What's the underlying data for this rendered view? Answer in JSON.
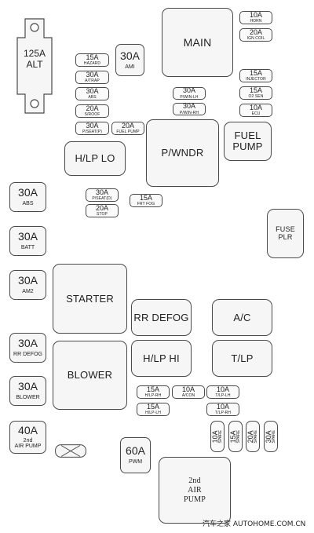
{
  "alt": {
    "amp": "125A",
    "label": "ALT"
  },
  "large": {
    "main": "MAIN",
    "hlp_lo": "H/LP LO",
    "p_wndr": "P/WNDR",
    "fuel_pump": [
      "FUEL",
      "PUMP"
    ],
    "fuse_plr": [
      "FUSE",
      "PLR"
    ],
    "starter": "STARTER",
    "rr_defog": "RR DEFOG",
    "ac": "A/C",
    "blower": "BLOWER",
    "hlp_hi": "H/LP HI",
    "tlp": "T/LP",
    "air_pump_2nd": [
      "2nd",
      "AIR",
      "PUMP"
    ]
  },
  "side_fuses": [
    {
      "amp": "30A",
      "label": "ABS"
    },
    {
      "amp": "30A",
      "label": "BATT"
    },
    {
      "amp": "30A",
      "label": "AM2"
    },
    {
      "amp": "30A",
      "label": "RR DEFOG"
    },
    {
      "amp": "30A",
      "label": "BLOWER"
    },
    {
      "amp": "40A",
      "label": "2nd",
      "label2": "AIR PUMP"
    }
  ],
  "ami": {
    "amp": "30A",
    "label": "AMI"
  },
  "pwm": {
    "amp": "60A",
    "label": "PWM"
  },
  "mini_fuses": {
    "hazard": {
      "amp": "15A",
      "label": "HAZARD"
    },
    "atrap": {
      "amp": "30A",
      "label": "A/TRAP"
    },
    "abs": {
      "amp": "30A",
      "label": "ABS"
    },
    "sroof": {
      "amp": "20A",
      "label": "S/ROOF"
    },
    "pseat_p": {
      "amp": "30A",
      "label": "P/SEAT(P)"
    },
    "fuel_pump": {
      "amp": "20A",
      "label": "FUEL PUMP"
    },
    "horn": {
      "amp": "10A",
      "label": "HORN"
    },
    "ign_coil": {
      "amp": "20A",
      "label": "IGN COIL"
    },
    "injector": {
      "amp": "15A",
      "label": "INJECTOR"
    },
    "o2_sen": {
      "amp": "15A",
      "label": "O2 SEN"
    },
    "ecu": {
      "amp": "10A",
      "label": "ECU"
    },
    "pwin_lh": {
      "amp": "30A",
      "label": "P/WIN-LH"
    },
    "pwin_rh": {
      "amp": "30A",
      "label": "P/WIN-RH"
    },
    "pseat_d": {
      "amp": "30A",
      "label": "P/SEAT(D)"
    },
    "frt_fog": {
      "amp": "15A",
      "label": "FRT FOG"
    },
    "stop": {
      "amp": "20A",
      "label": "STOP"
    },
    "hlp_rh": {
      "amp": "15A",
      "label": "H/LP-RH"
    },
    "hlp_lh": {
      "amp": "15A",
      "label": "H/LP-LH"
    },
    "acon": {
      "amp": "10A",
      "label": "A/CON"
    },
    "tlp_lh": {
      "amp": "10A",
      "label": "T/LP-LH"
    },
    "tlp_rh": {
      "amp": "10A",
      "label": "T/LP-RH"
    }
  },
  "spares": [
    {
      "amp": "10A",
      "label": "SPARE"
    },
    {
      "amp": "15A",
      "label": "SPARE"
    },
    {
      "amp": "20A",
      "label": "SPARE"
    },
    {
      "amp": "30A",
      "label": "SPARE"
    }
  ],
  "watermark": "汽车之家 AUTOHOME.COM.CN"
}
